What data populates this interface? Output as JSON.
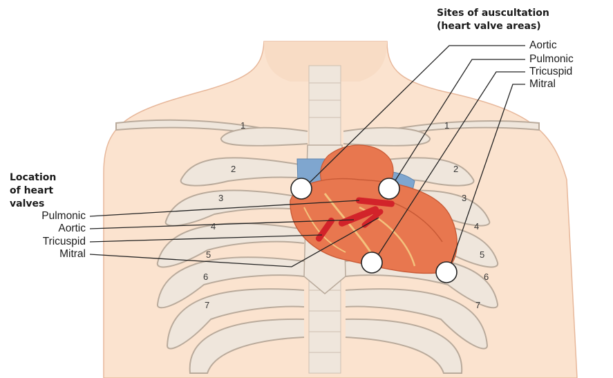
{
  "auscultation": {
    "heading_line1": "Sites of auscultation",
    "heading_line2": "(heart valve areas)",
    "items": [
      "Aortic",
      "Pulmonic",
      "Tricuspid",
      "Mitral"
    ]
  },
  "location": {
    "heading_line1": "Location",
    "heading_line2": "of heart",
    "heading_line3": "valves",
    "items": [
      "Pulmonic",
      "Aortic",
      "Tricuspid",
      "Mitral"
    ]
  },
  "rib_numbers": {
    "left": [
      "1",
      "2",
      "3",
      "4",
      "5",
      "6",
      "7"
    ],
    "right": [
      "1",
      "2",
      "3",
      "4",
      "5",
      "6",
      "7"
    ]
  },
  "colors": {
    "skin": "#fbe3cf",
    "bone": "#efe6dc",
    "heart": "#e8774f",
    "vessel": "#7fa6cf",
    "valve": "#d2232a"
  }
}
